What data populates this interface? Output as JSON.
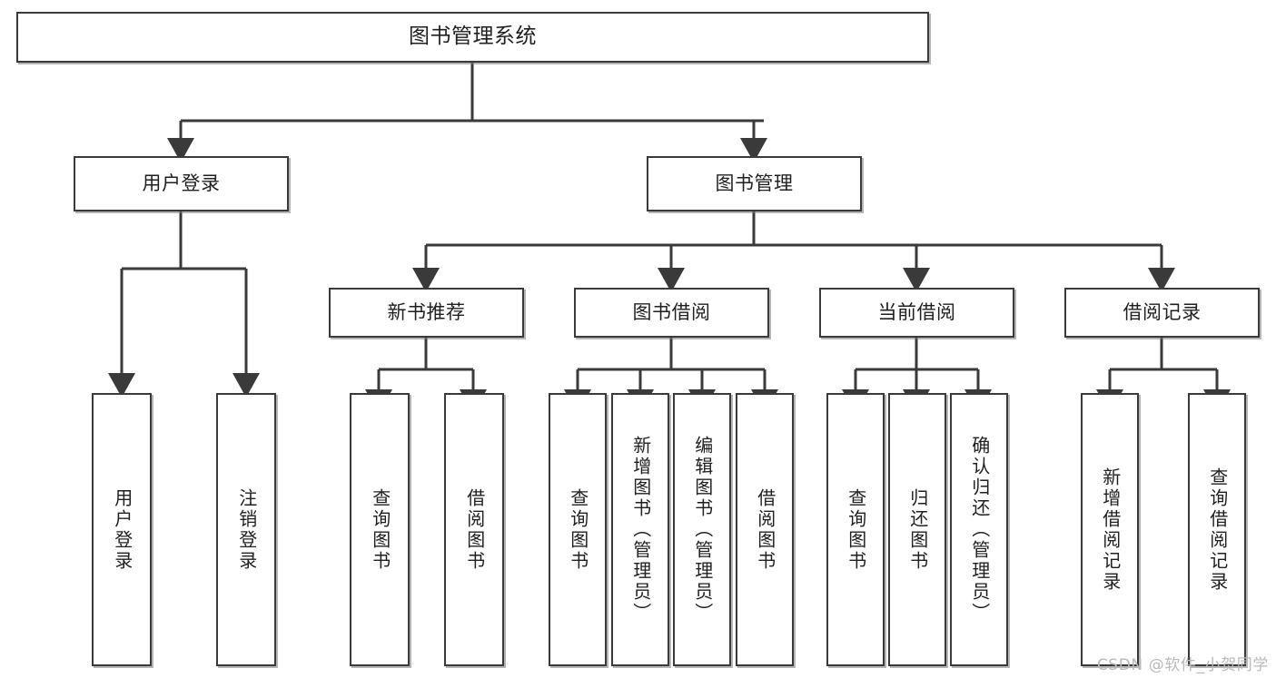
{
  "diagram": {
    "title": "图书管理系统",
    "type": "hierarchy-tree",
    "orientation": "top-down",
    "colors": {
      "node_border": "#3a3a3a",
      "node_fill": "#ffffff",
      "edge": "#3a3a3a",
      "text": "#1f1f1f",
      "watermark": "#b9b9b9",
      "background": "#ffffff"
    },
    "root": {
      "label": "图书管理系统"
    },
    "level2": [
      {
        "label": "用户登录"
      },
      {
        "label": "图书管理"
      }
    ],
    "level3": [
      {
        "label": "新书推荐"
      },
      {
        "label": "图书借阅"
      },
      {
        "label": "当前借阅"
      },
      {
        "label": "借阅记录"
      }
    ],
    "leaves": {
      "user_login": [
        {
          "label": "用户登录"
        },
        {
          "label": "注销登录"
        }
      ],
      "new_book_recommend": [
        {
          "label": "查询图书"
        },
        {
          "label": "借阅图书"
        }
      ],
      "book_borrow": [
        {
          "label": "查询图书"
        },
        {
          "label": "新增图书（管理员）"
        },
        {
          "label": "编辑图书（管理员）"
        },
        {
          "label": "借阅图书"
        }
      ],
      "current_borrow": [
        {
          "label": "查询图书"
        },
        {
          "label": "归还图书"
        },
        {
          "label": "确认归还（管理员）"
        }
      ],
      "borrow_record": [
        {
          "label": "新增借阅记录"
        },
        {
          "label": "查询借阅记录"
        }
      ]
    }
  },
  "watermark": {
    "text": "CSDN @软件_小贺同学"
  }
}
